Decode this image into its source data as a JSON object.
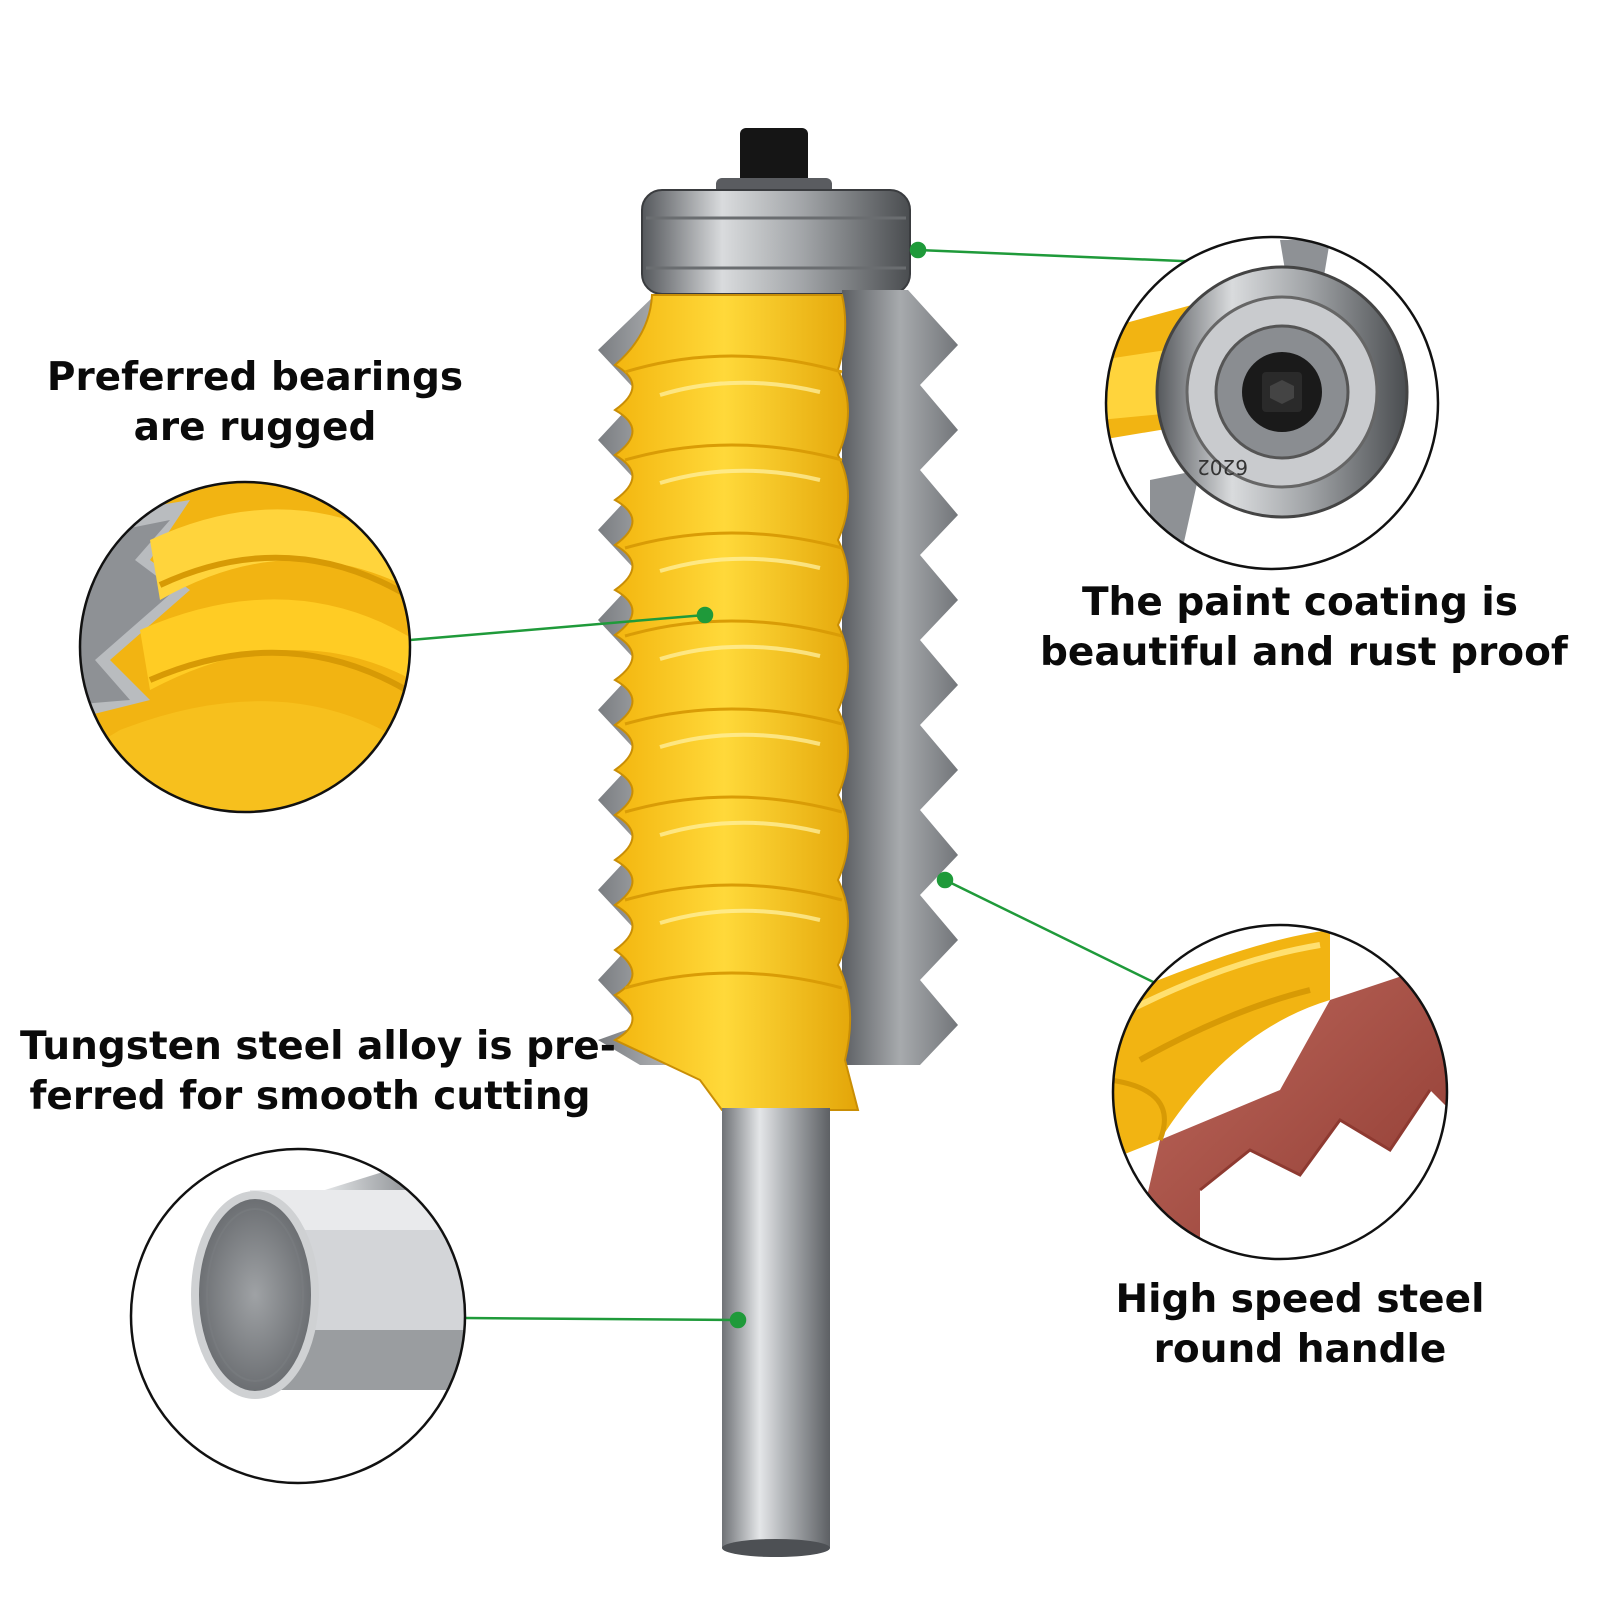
{
  "captions": {
    "bearings": {
      "line1": "Preferred bearings",
      "line2": "are rugged"
    },
    "paint": {
      "line1": "The paint coating is",
      "line2": "beautiful and rust proof"
    },
    "tungsten": {
      "line1": "Tungsten steel alloy is pre-",
      "line2": "ferred for smooth cutting"
    },
    "handle": {
      "line1": "High speed steel",
      "line2": "round handle"
    }
  },
  "bearing_marking": "6202",
  "colors": {
    "coating_yellow": "#f6c21a",
    "callout_green": "#1f9a3a",
    "steel_grey": "#8d8f93",
    "wood_red": "#a8463c"
  }
}
